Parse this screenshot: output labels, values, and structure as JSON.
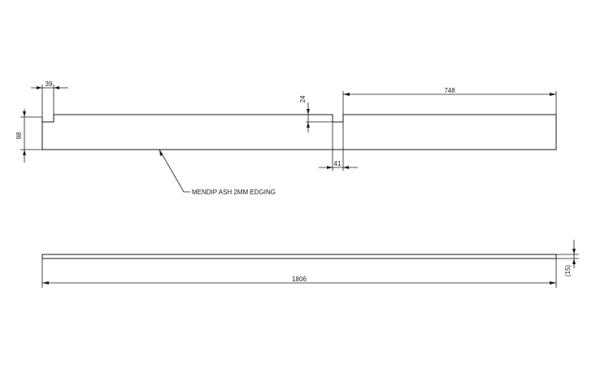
{
  "drawing": {
    "labels": {
      "material": "MENDIP ASH 2MM EDGING"
    },
    "dimensions": {
      "notch_left_width": "39",
      "notch_center_width": "41",
      "notch_depth": "24",
      "right_length": "748",
      "board_depth": "98",
      "overall_length": "1806",
      "thickness": "(15)"
    }
  }
}
